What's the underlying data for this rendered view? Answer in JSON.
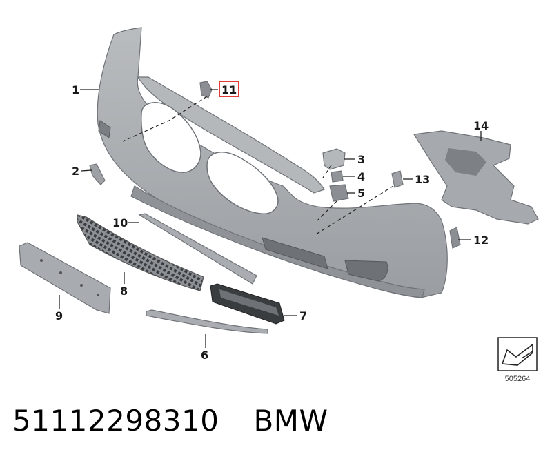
{
  "callouts": {
    "p1": "1",
    "p2": "2",
    "p3": "3",
    "p4": "4",
    "p5": "5",
    "p6": "6",
    "p7": "7",
    "p8": "8",
    "p9": "9",
    "p10": "10",
    "p11": "11",
    "p12": "12",
    "p13": "13",
    "p14": "14"
  },
  "highlight_color": "#e53935",
  "part_color": "#a3a7ab",
  "diagram_id": "505264",
  "footer": {
    "part_number": "51112298310",
    "brand": "BMW"
  }
}
